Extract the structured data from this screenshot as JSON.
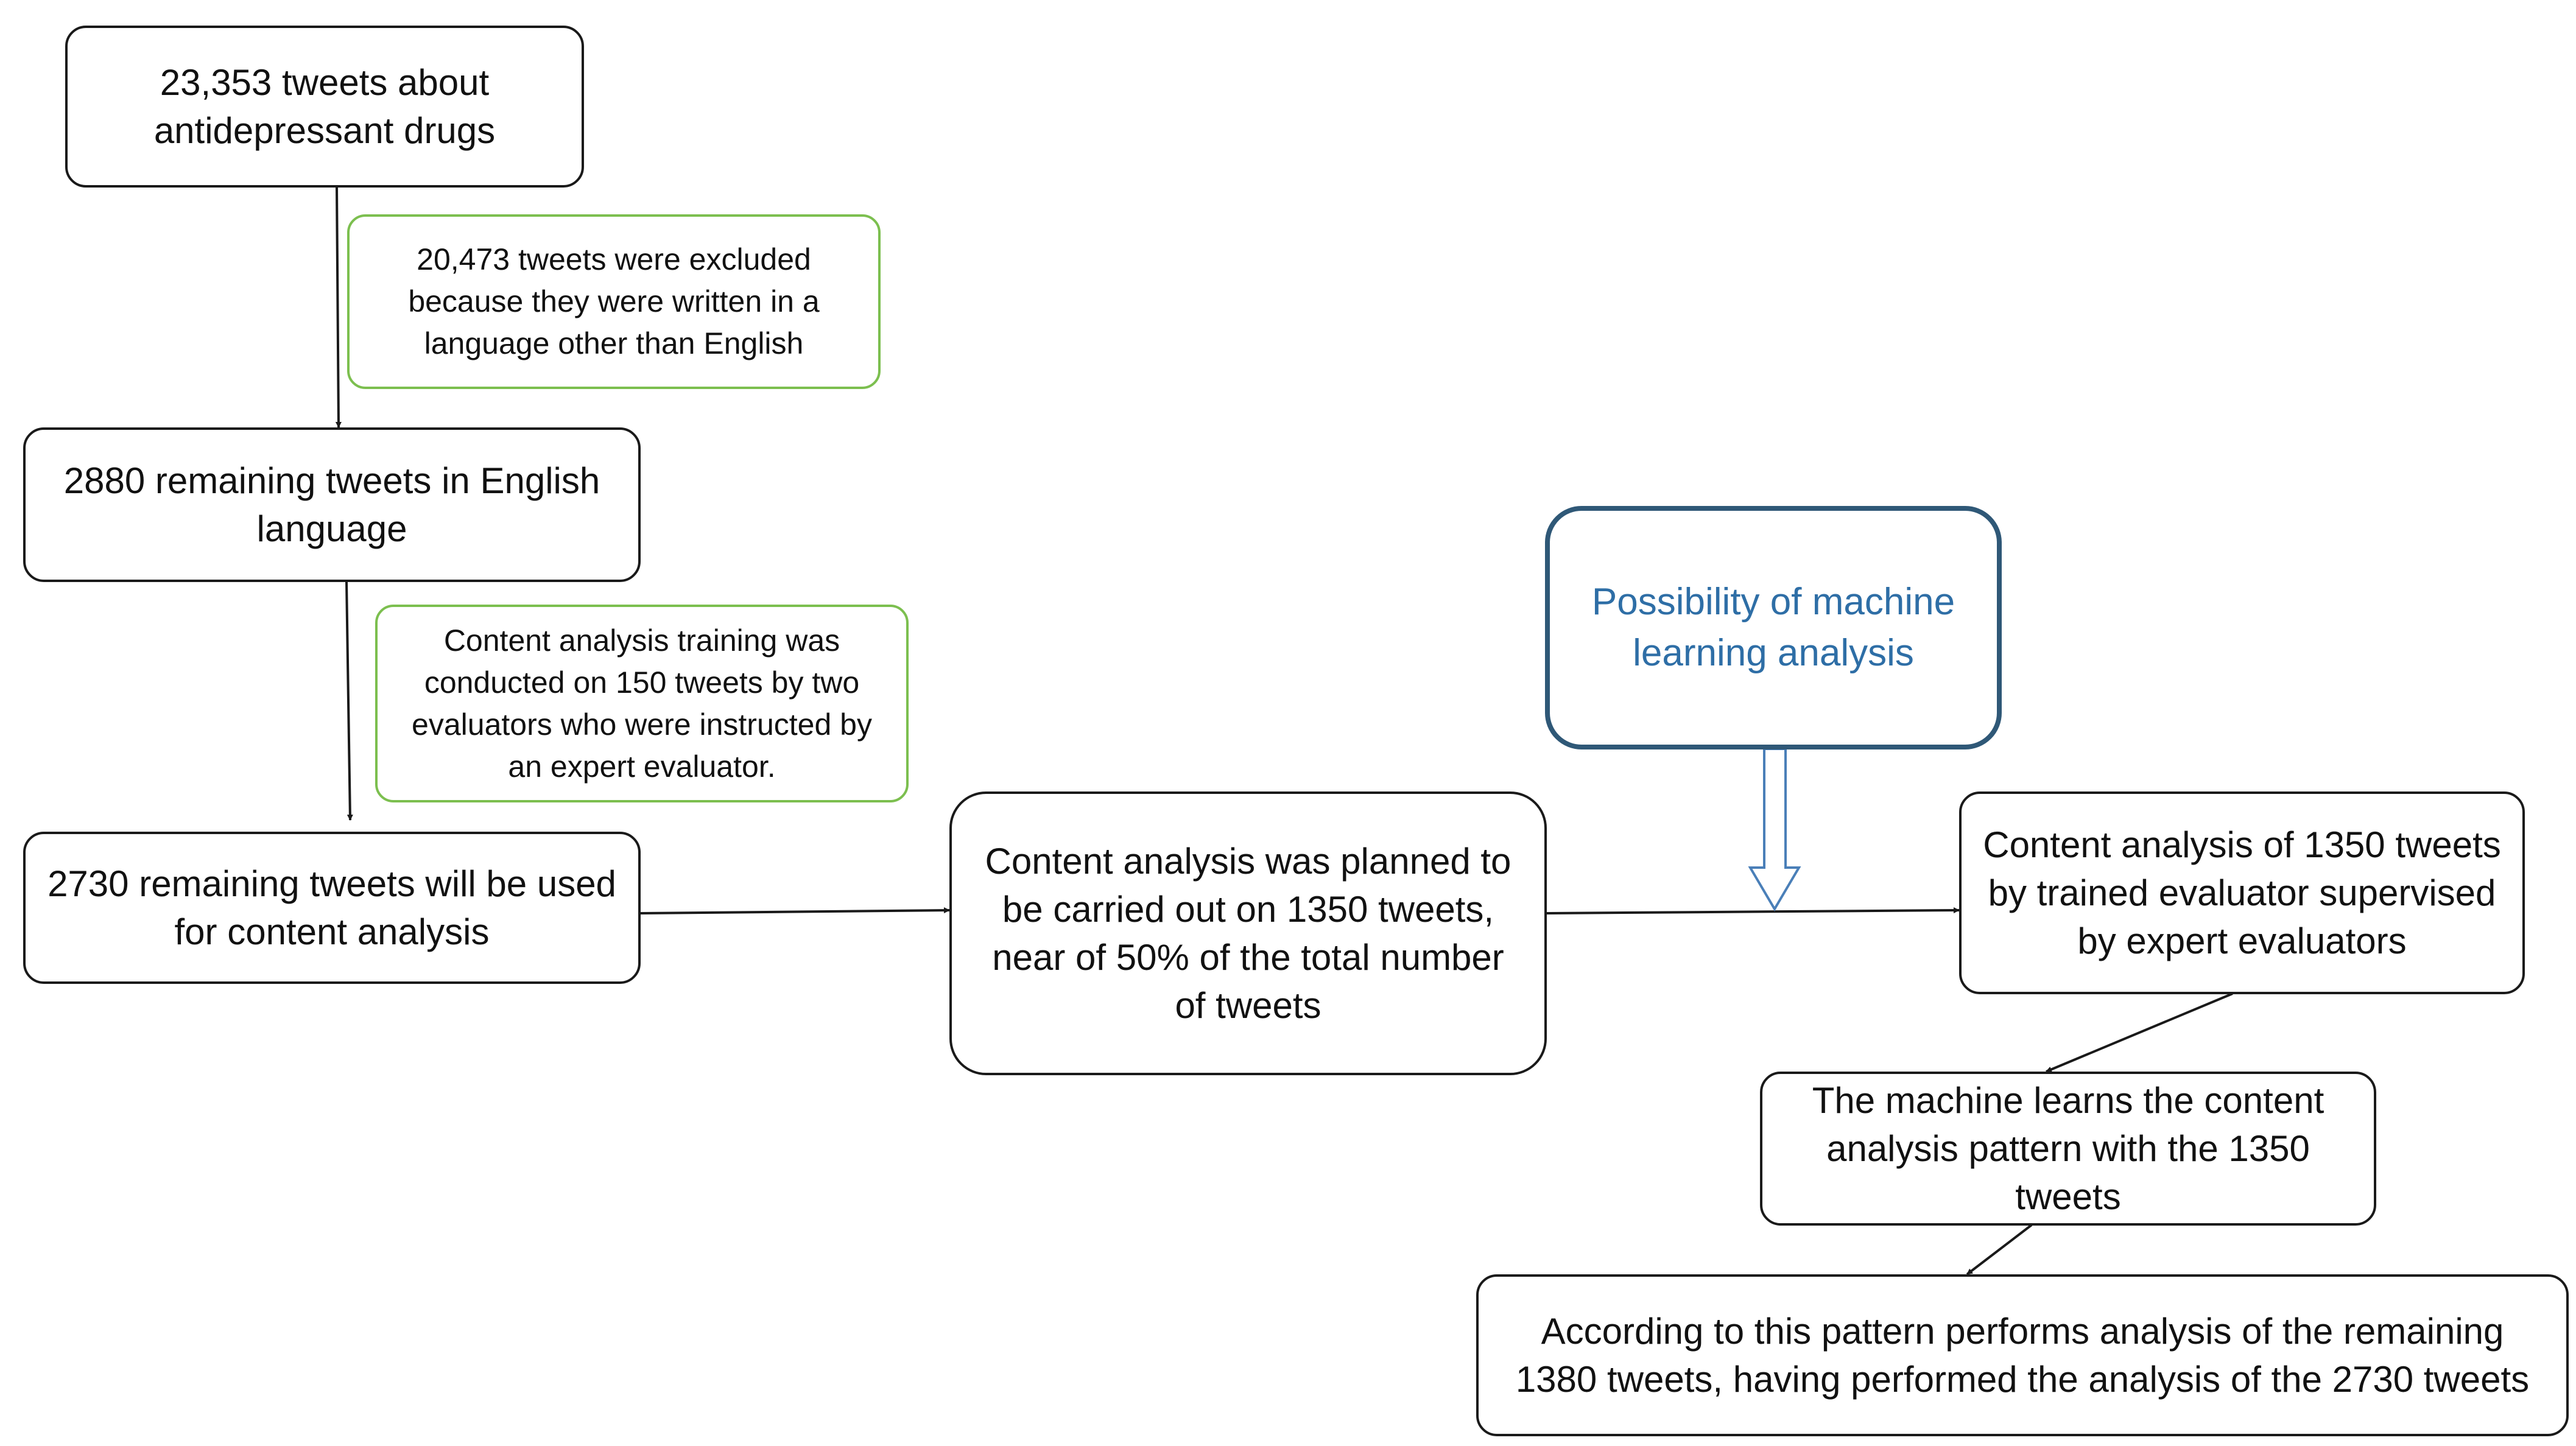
{
  "nodes": {
    "start": "23,353 tweets about antidepressant  drugs",
    "excluded_note": "20,473 tweets were excluded because they were written in a language other than English",
    "english": "2880 remaining tweets in English language",
    "training_note": "Content analysis training was conducted on 150 tweets by two evaluators who were instructed by an expert evaluator.",
    "remaining": "2730 remaining tweets will be used for content analysis",
    "planned": "Content analysis was planned to be carried out on 1350 tweets, near of 50% of the total number of tweets",
    "machine_learning": "Possibility of machine learning analysis",
    "evaluator_analysis": "Content analysis of 1350 tweets by trained evaluator supervised by expert evaluators",
    "machine_learns": "The machine learns the content analysis pattern with the 1350 tweets",
    "final": "According to this pattern performs analysis of the remaining 1380 tweets, having performed the analysis of the 2730 tweets"
  },
  "colors": {
    "box_border": "#1a1a1a",
    "note_border": "#7cbf4f",
    "ml_border": "#2f5877",
    "ml_text": "#2e6ea6",
    "hollow_arrow": "#4a7fb8"
  }
}
